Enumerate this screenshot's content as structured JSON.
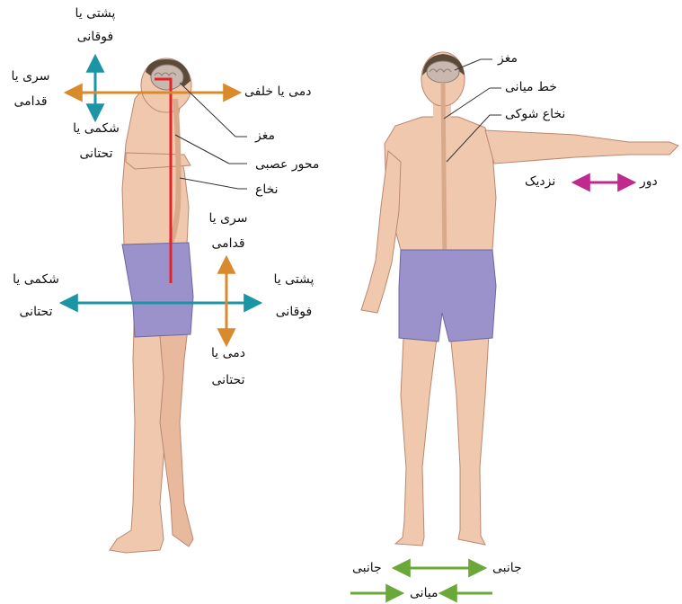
{
  "side_view": {
    "top_arrow": {
      "line1": "پشتی یا",
      "line2": "فوقانی"
    },
    "head_left": {
      "line1": "سری یا",
      "line2": "قدامی"
    },
    "head_right": "دمی یا خلفی",
    "chest_below": {
      "line1": "شکمی یا",
      "line2": "تحتانی"
    },
    "callout_brain": "مغز",
    "callout_axis": "محور عصبی",
    "callout_cord": "نخاع",
    "hip_up": {
      "line1": "سری یا",
      "line2": "قدامی"
    },
    "hip_left": {
      "line1": "شکمی یا",
      "line2": "تحتانی"
    },
    "hip_right": {
      "line1": "پشتی یا",
      "line2": "فوقانی"
    },
    "hip_down": {
      "line1": "دمی یا",
      "line2": "تحتانی"
    }
  },
  "front_view": {
    "callout_brain": "مغز",
    "callout_midline": "خط میانی",
    "callout_spinal_cord": "نخاع شوکی",
    "distal": "دور",
    "proximal": "نزدیک",
    "lateral_left": "جانبی",
    "lateral_right": "جانبی",
    "medial": "میانی"
  },
  "colors": {
    "skin": "#f0c8ae",
    "skin_shadow": "#d9a98c",
    "shorts": "#9b92cc",
    "orange_arrow": "#d98a2c",
    "teal_arrow": "#1b95a5",
    "magenta_arrow": "#c0298e",
    "green_arrow": "#6aa83a",
    "neural_axis": "#e0242a"
  }
}
